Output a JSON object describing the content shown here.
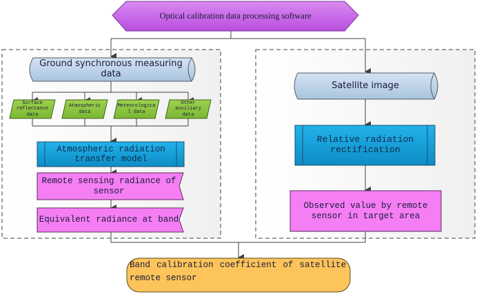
{
  "diagram": {
    "title": "Optical calibration data processing software",
    "left_group": {
      "source": "Ground synchronous measuring data",
      "inputs": [
        "Surface reflectance data",
        "Atmospheric data",
        "Meteorological data",
        "Other auxiliary data"
      ],
      "model": "Atmospheric radiation transfer model",
      "radiance": "Remote sensing radiance of sensor",
      "equivalent": "Equivalent radiance at band"
    },
    "right_group": {
      "source": "Satellite image",
      "process": "Relative radiation rectification",
      "observed": "Observed value by remote sensor in target area"
    },
    "output": "Band calibration coefficient of satellite remote sensor",
    "colors": {
      "title_fill": "#c85ae6",
      "cylinder_fill": "#b7cfe6",
      "input_fill": "#8cc63f",
      "process_fill": "#1aa3dc",
      "result_fill": "#f57ef5",
      "output_fill": "#fcc45a"
    }
  }
}
